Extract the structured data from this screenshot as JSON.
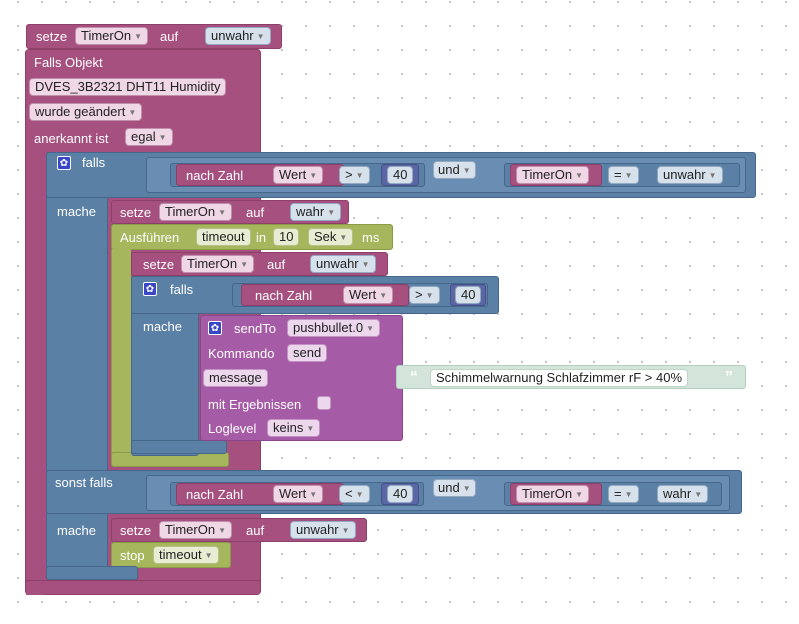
{
  "blocks": {
    "set_timer_false_1": {
      "label": "setze",
      "var": "TimerOn",
      "auf": "auf",
      "value": "unwahr"
    },
    "trigger": {
      "title": "Falls Objekt",
      "object": "DVES_3B2321 DHT11  Humidity",
      "condition": "wurde geändert",
      "ack_label": "anerkannt ist",
      "ack_value": "egal"
    },
    "if1": {
      "falls": "falls",
      "mache": "mache",
      "sonst_falls": "sonst falls",
      "cond": {
        "nach_zahl": "nach Zahl",
        "wert": "Wert",
        "op": ">",
        "num": "40",
        "und": "und",
        "var": "TimerOn",
        "eq": "=",
        "val": "unwahr"
      },
      "set_true": {
        "label": "setze",
        "var": "TimerOn",
        "auf": "auf",
        "value": "wahr"
      },
      "timeout": {
        "label": "Ausführen",
        "name": "timeout",
        "in": "in",
        "num": "10",
        "unit": "Sek",
        "ms": "ms"
      },
      "set_false_2": {
        "label": "setze",
        "var": "TimerOn",
        "auf": "auf",
        "value": "unwahr"
      },
      "if2": {
        "falls": "falls",
        "mache": "mache",
        "nach_zahl": "nach Zahl",
        "wert": "Wert",
        "op": ">",
        "num": "40"
      },
      "sendto": {
        "label": "sendTo",
        "instance": "pushbullet.0",
        "kommando": "Kommando",
        "kommando_val": "send",
        "message": "message",
        "message_text": "Schimmelwarnung Schlafzimmer rF > 40%",
        "mit": "mit Ergebnissen",
        "loglevel": "Loglevel",
        "loglevel_val": "keins"
      },
      "elif_cond": {
        "nach_zahl": "nach Zahl",
        "wert": "Wert",
        "op": "<",
        "num": "40",
        "und": "und",
        "var": "TimerOn",
        "eq": "=",
        "val": "wahr"
      },
      "set_false_3": {
        "label": "setze",
        "var": "TimerOn",
        "auf": "auf",
        "value": "unwahr"
      },
      "stop": {
        "label": "stop",
        "name": "timeout"
      }
    }
  },
  "icons": {
    "gear": "gear-icon",
    "dropdown": "dropdown-arrow-icon",
    "quote": "quote-icon"
  },
  "colors": {
    "event": "#a5507f",
    "logic": "#5b80a5",
    "timeout": "#a5b65c",
    "sendto": "#a55ba5",
    "text": "#d3e5da"
  }
}
